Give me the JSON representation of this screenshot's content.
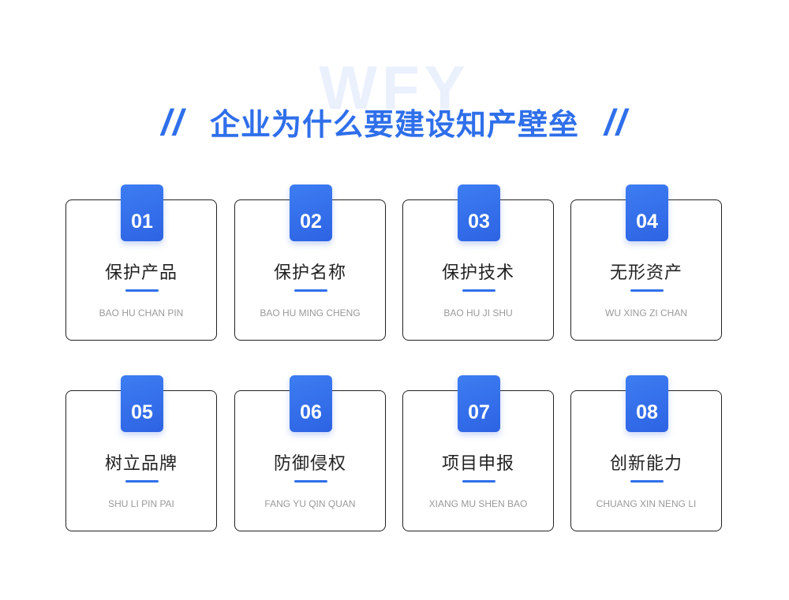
{
  "watermark": "WFY",
  "heading": {
    "title": "企业为什么要建设知产壁垒",
    "left_decor": "//",
    "right_decor": "//"
  },
  "cards": [
    {
      "number": "01",
      "title": "保护产品",
      "pinyin": "BAO HU CHAN PIN"
    },
    {
      "number": "02",
      "title": "保护名称",
      "pinyin": "BAO HU MING CHENG"
    },
    {
      "number": "03",
      "title": "保护技术",
      "pinyin": "BAO HU JI SHU"
    },
    {
      "number": "04",
      "title": "无形资产",
      "pinyin": "WU XING ZI CHAN"
    },
    {
      "number": "05",
      "title": "树立品牌",
      "pinyin": "SHU LI PIN PAI"
    },
    {
      "number": "06",
      "title": "防御侵权",
      "pinyin": "FANG YU QIN QUAN"
    },
    {
      "number": "07",
      "title": "项目申报",
      "pinyin": "XIANG MU SHEN BAO"
    },
    {
      "number": "08",
      "title": "创新能力",
      "pinyin": "CHUANG XIN NENG LI"
    }
  ],
  "colors": {
    "accent": "#2f6fea",
    "border": "#222222",
    "watermark": "#eaf0fc"
  }
}
